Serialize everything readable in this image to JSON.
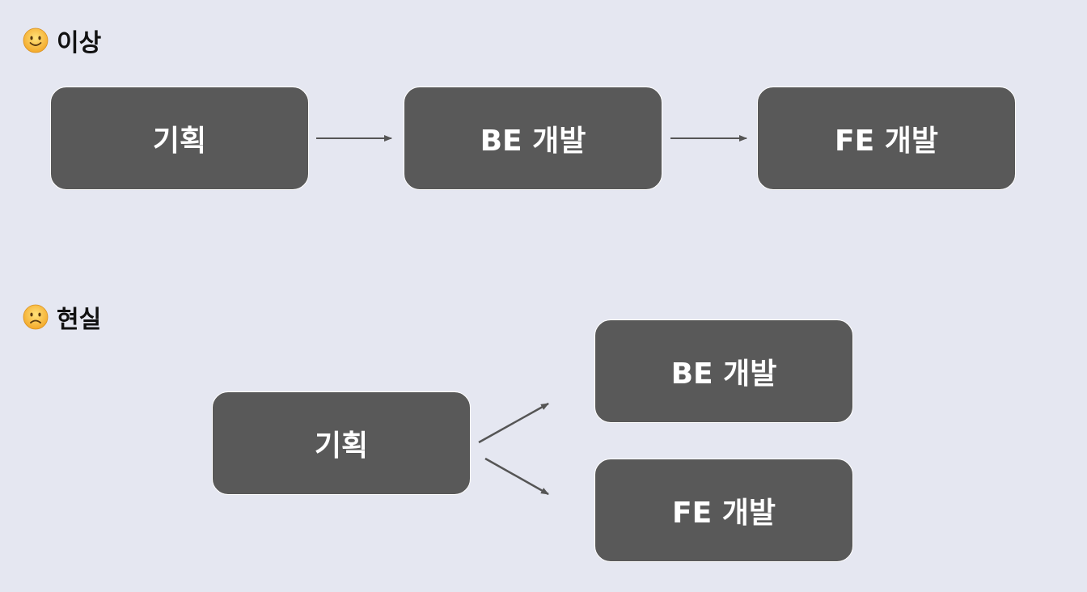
{
  "ideal": {
    "title": "이상",
    "icon": "slightly-smiling-face-icon",
    "boxes": [
      "기획",
      "BE 개발",
      "FE 개발"
    ]
  },
  "reality": {
    "title": "현실",
    "icon": "slightly-frowning-face-icon",
    "boxes": [
      "기획",
      "BE 개발",
      "FE 개발"
    ]
  },
  "colors": {
    "background": "#e5e7f1",
    "box": "#595959",
    "box_text": "#ffffff",
    "arrow": "#555555"
  }
}
